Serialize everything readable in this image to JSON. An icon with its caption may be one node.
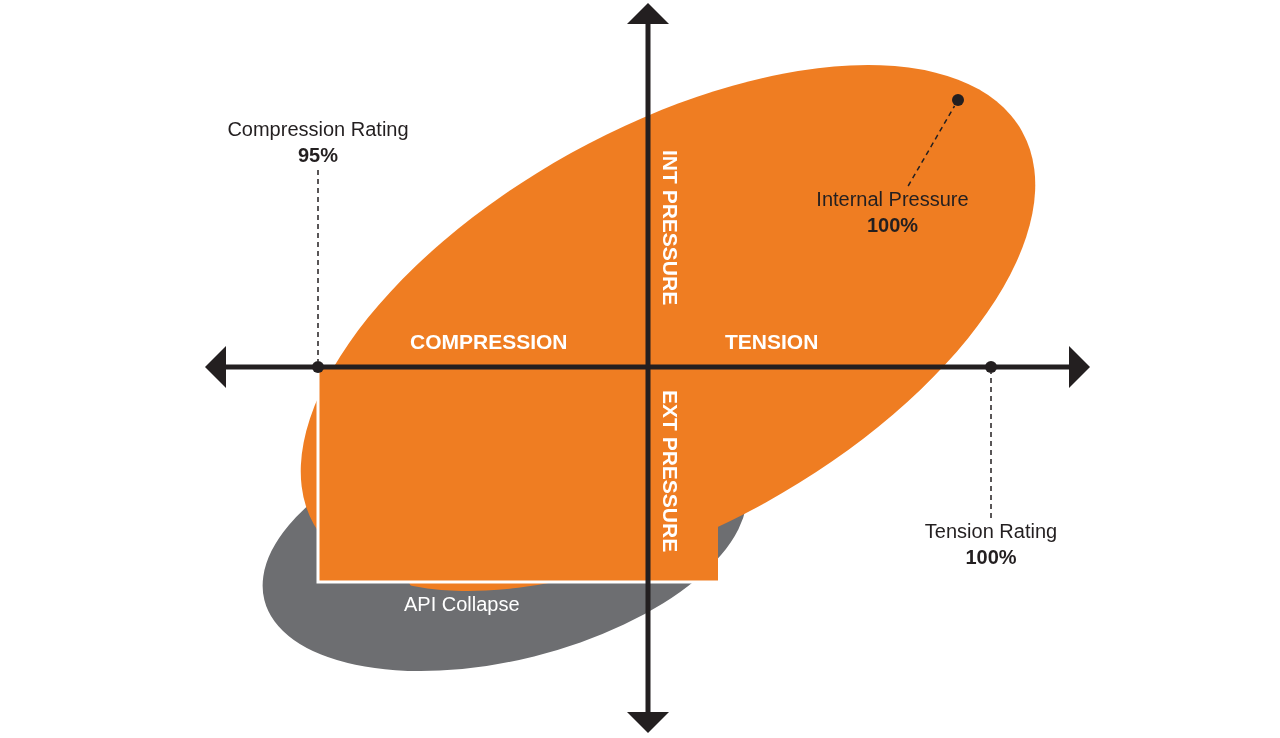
{
  "diagram": {
    "nodes": [
      {
        "text": [
          "Compression Rating",
          "95%"
        ]
      },
      {
        "text": [],
        "shape": "circle"
      },
      {
        "text": [
          "Internal Pressure",
          "100%"
        ]
      },
      {
        "text": [],
        "shape": "circle"
      },
      {
        "text": [
          "Tension Rating",
          "100%"
        ]
      },
      {
        "text": [],
        "shape": "circle"
      }
    ],
    "edges": [
      {
        "from": 0,
        "to": 1,
        "arrow": "none",
        "style": "dashed"
      },
      {
        "from": 2,
        "to": 3,
        "arrow": "none",
        "style": "dashed"
      },
      {
        "from": 4,
        "to": 5,
        "arrow": "none",
        "style": "dashed"
      }
    ],
    "labels": [
      "INT PRESSURE",
      "COMPRESSION",
      "TENSION",
      "EXT PRESSURE",
      "API Collapse"
    ]
  }
}
